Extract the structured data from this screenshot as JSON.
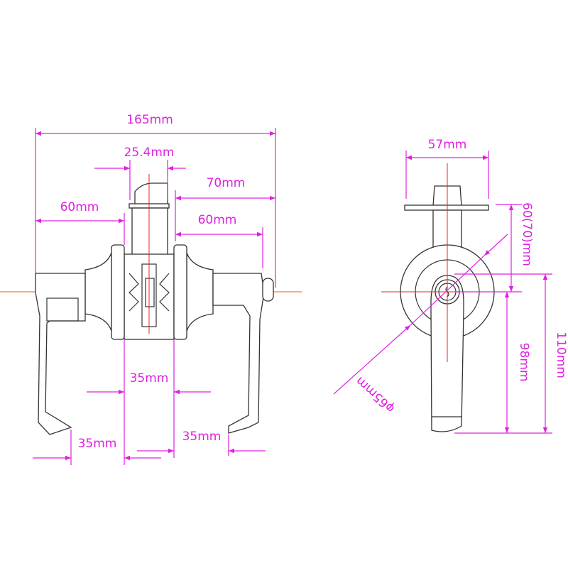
{
  "drawing": {
    "front_view": {
      "overall_width": "165mm",
      "backset_diameter": "25.4mm",
      "backset_70": "70mm",
      "left_lever_projection": "60mm",
      "right_lever_projection": "60mm",
      "rose_spacing": "35mm",
      "left_lever_tip": "35mm",
      "right_lever_tip": "35mm"
    },
    "side_view": {
      "faceplate_width": "57mm",
      "backset": "60(70)mm",
      "rose_diameter": "φ65mm",
      "lever_length": "98mm",
      "total_height": "110mm"
    },
    "colors": {
      "dimension": "#e020e0",
      "centerline": "#f02020",
      "outline": "#333333"
    }
  }
}
